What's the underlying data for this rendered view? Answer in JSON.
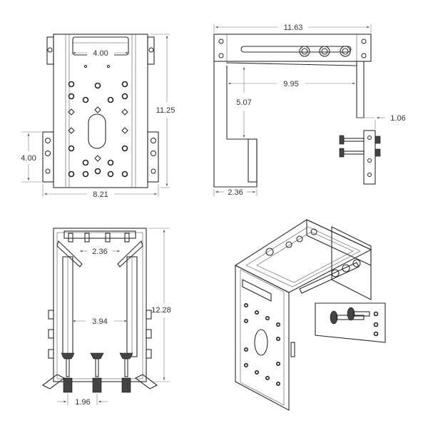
{
  "front_view": {
    "slot_width": "4.00",
    "height": "11.25",
    "mount_height": "4.00",
    "width": "8.21"
  },
  "side_view": {
    "overall_width": "11.63",
    "inner_reach": "9.95",
    "drop": "5.07",
    "plate_offset": "1.06",
    "leg_width": "2.36"
  },
  "top_view": {
    "rail_spacing": "2.36",
    "inner_width": "3.94",
    "height": "12.28",
    "knob_spacing": "1.96"
  },
  "colors": {
    "line": "#2a2a2a",
    "dimension": "#777777"
  }
}
